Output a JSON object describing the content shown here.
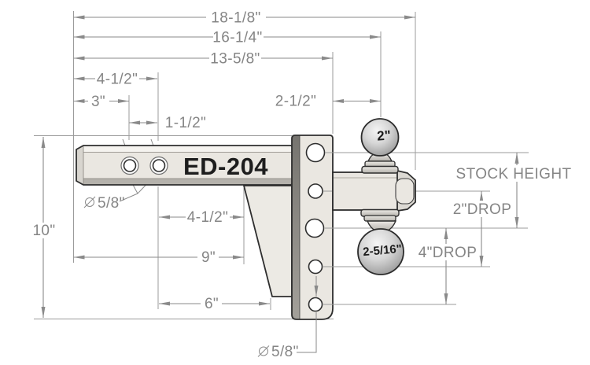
{
  "title": "ED-204 adjustable drop hitch technical drawing",
  "part_label": "ED-204",
  "dimensions": {
    "overall_length": "18-1/8\"",
    "to_ball_center": "16-1/4\"",
    "to_bracket_face": "13-5/8\"",
    "shank_hole_span_top": "4-1/2\"",
    "first_pin_hole": "3\"",
    "pin_hole_spacing": "1-1/2\"",
    "bracket_to_ball": "2-1/2\"",
    "overall_height": "10\"",
    "lower_span_small": "4-1/2\"",
    "lower_span_mid": "9\"",
    "lower_span_wedge": "6\"",
    "shank_hole_diameter": "5/8\"",
    "bracket_hole_diameter": "5/8\""
  },
  "balls": {
    "top_ball": "2\"",
    "bottom_ball": "2-5/16\""
  },
  "height_labels": {
    "stock": "STOCK HEIGHT",
    "drop_2": "2\"DROP",
    "drop_4": "4\"DROP"
  },
  "colors": {
    "dimension_gray": "#8a8a8a",
    "outline_dark": "#2e2e2e",
    "steel_face": "#eae7e1",
    "steel_highlight": "#f5f3ef",
    "steel_shadow": "#b5b2ac",
    "ball_steel": "#c6c6c6",
    "background": "#ffffff"
  }
}
